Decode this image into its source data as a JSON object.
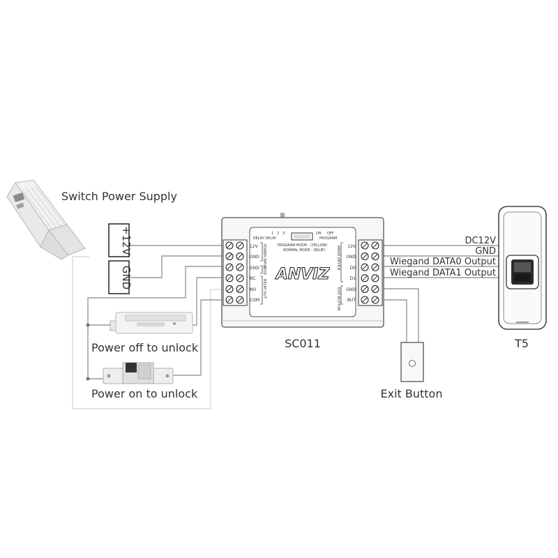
{
  "labels": {
    "power_supply": "Switch Power Supply",
    "plus12v": "+12V",
    "gnd": "GND",
    "lock_off": "Power off to unlock",
    "lock_on": "Power on to unlock",
    "controller": "SC011",
    "exit_button": "Exit Button",
    "reader": "T5",
    "brand": "ANVIZ"
  },
  "left_terminals": [
    "12V",
    "GND",
    "GND",
    "NC",
    "NO",
    "COM"
  ],
  "left_groups": [
    "POWER INPUT",
    "LOCK",
    "RELAY OUT"
  ],
  "right_terminals": [
    "12V",
    "GND",
    "D0",
    "D1",
    "GND",
    "BUT"
  ],
  "right_groups": [
    "ANVIZ DEVICE",
    "EXIT BUTTON"
  ],
  "panel": {
    "relay_delay": "RELAY DELAY",
    "numbers": [
      "1",
      "2",
      "3"
    ],
    "on": "ON",
    "off": "OFF",
    "program": "PROGRAM",
    "mode_line1": "PROGRAM MODE : (YELLOW)",
    "mode_line2": "NORMAL MODE : (BLUE)"
  },
  "wires": [
    "DC12V",
    "GND",
    "Wiegand DATA0 Output",
    "Wiegand DATA1 Output"
  ]
}
